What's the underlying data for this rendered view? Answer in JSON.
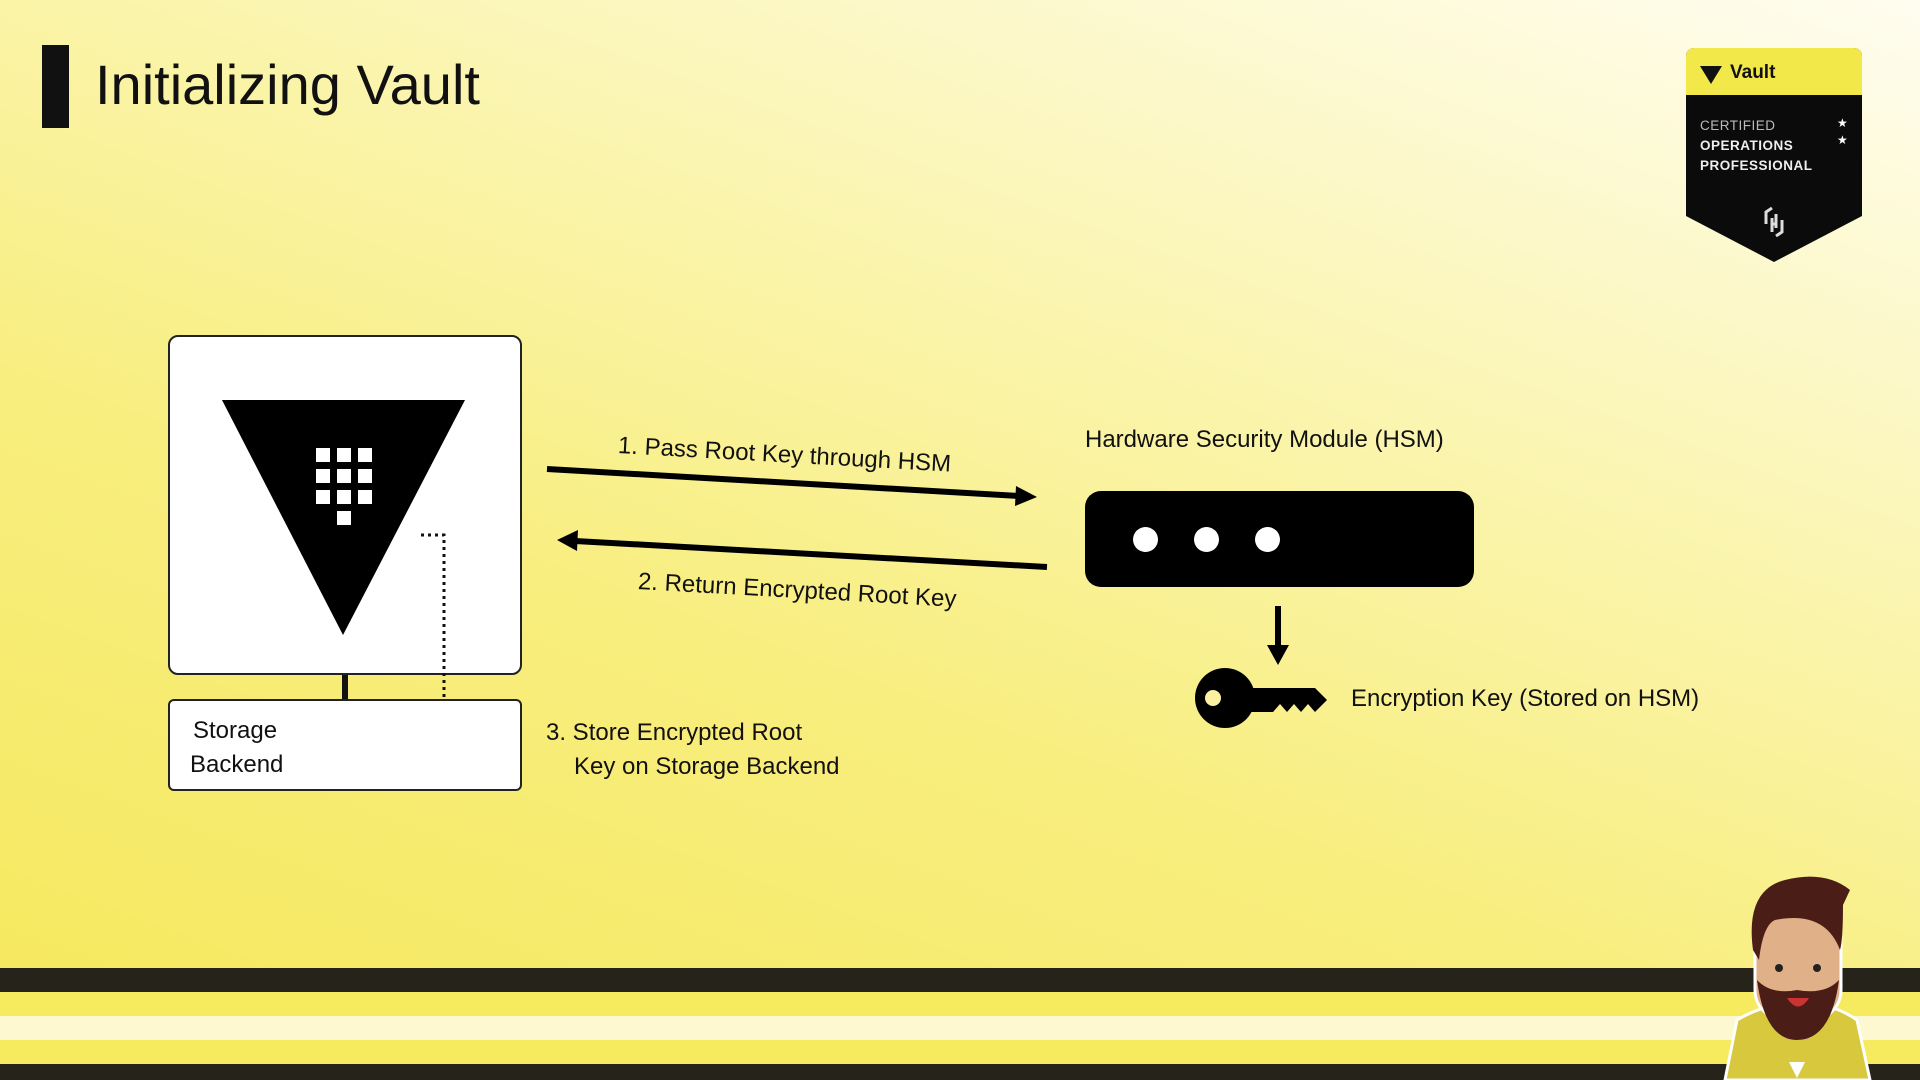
{
  "title": "Initializing Vault",
  "badge": {
    "brand": "Vault",
    "line1": "CERTIFIED",
    "line2": "OPERATIONS",
    "line3": "PROFESSIONAL"
  },
  "diagram": {
    "storage_label_1": "Storage",
    "storage_label_2": "Backend",
    "step1": "1. Pass Root Key through HSM",
    "step2": "2. Return Encrypted Root Key",
    "step3_line1": "3. Store Encrypted Root",
    "step3_line2": "Key on Storage Backend",
    "hsm_title": "Hardware Security Module (HSM)",
    "key_label": "Encryption Key (Stored on HSM)"
  },
  "colors": {
    "accent": "#f5e85a",
    "dark": "#111111"
  }
}
